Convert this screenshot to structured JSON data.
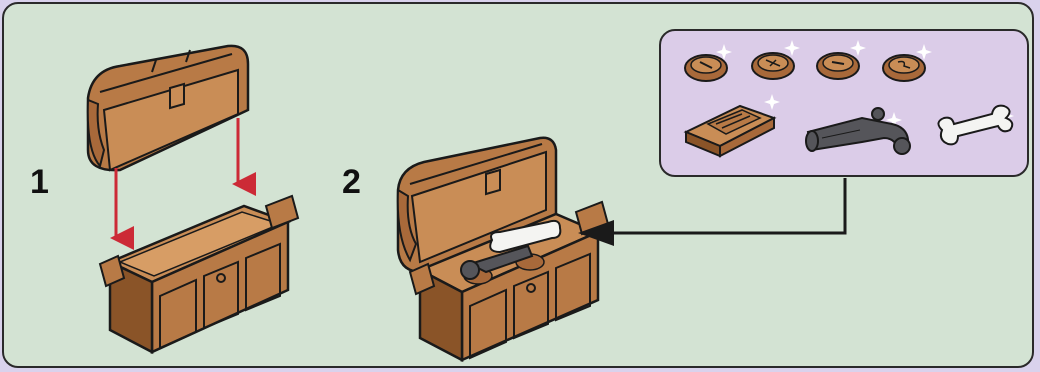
{
  "steps": [
    {
      "number": "1"
    },
    {
      "number": "2"
    }
  ],
  "callout_items": [
    "coin",
    "coin",
    "coin",
    "coin",
    "gold-bar",
    "flintlock-pistol",
    "bone"
  ],
  "colors": {
    "page_background": "#d9d2ec",
    "panel_background": "#d3e3d3",
    "callout_background": "#dbcce8",
    "chest_wood": "#b87a46",
    "chest_wood_dark": "#8a5428",
    "arrow_red": "#cc2a36",
    "pistol_gray": "#55555a",
    "bone_white": "#f4f4f2",
    "outline": "#1a1a1a"
  }
}
